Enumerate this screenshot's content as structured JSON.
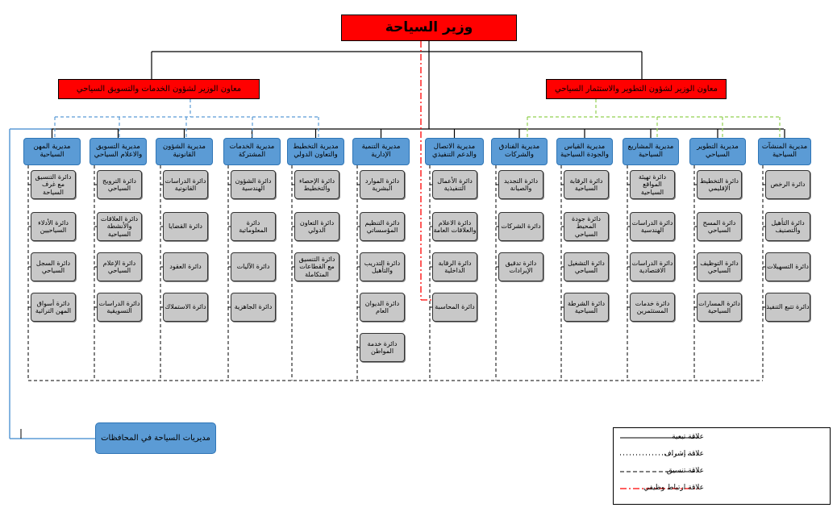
{
  "title": "وزير السياحة",
  "deputies": [
    {
      "id": "dev",
      "label": "معاون الوزير لشؤون التطوير والاستثمار السياحي"
    },
    {
      "id": "svc",
      "label": "معاون الوزير لشؤون الخدمات والتسويق السياحي"
    }
  ],
  "directorates": [
    {
      "label": "مديرية المنشآت السياحية",
      "units": [
        "دائرة الرخص",
        "دائرة التأهيل والتصنيف",
        "دائرة التسهيلات",
        "دائرة تتبع التنفيذ"
      ]
    },
    {
      "label": "مديرية التطوير السياحي",
      "units": [
        "دائرة التخطيط الإقليمي",
        "دائرة المسح السياحي",
        "دائرة التوظيف السياحي",
        "دائرة المسارات السياحية"
      ]
    },
    {
      "label": "مديرية المشاريع السياحية",
      "units": [
        "دائرة تهيئة المواقع السياحية",
        "دائرة الدراسات الهندسية",
        "دائرة الدراسات الاقتصادية",
        "دائرة خدمات المستثمرين"
      ]
    },
    {
      "label": "مديرية القياس والجودة السياحية",
      "units": [
        "دائرة الرقابة السياحية",
        "دائرة جودة المحيط السياحي",
        "دائرة التشغيل السياحي",
        "دائرة الشرطة السياحية"
      ]
    },
    {
      "label": "مديرية الفنادق والشركات",
      "units": [
        "دائرة التجديد والصيانة",
        "دائرة الشركات",
        "دائرة تدقيق الإيرادات"
      ]
    },
    {
      "label": "مديرية الاتصال والدعم التنفيذي",
      "units": [
        "دائرة الأعمال التنفيذية",
        "دائرة الاعلام والعلاقات العامة",
        "دائرة الرقابة الداخلية",
        "دائرة المحاسبة"
      ]
    },
    {
      "label": "مديرية التنمية الإدارية",
      "units": [
        "دائرة الموارد البشرية",
        "دائرة التنظيم المؤسساتي",
        "دائرة التدريب والتأهيل",
        "دائرة الديوان العام",
        "دائرة خدمة المواطن"
      ]
    },
    {
      "label": "مديرية التخطيط والتعاون الدولي",
      "units": [
        "دائرة الإحصاء والتخطيط",
        "دائرة التعاون الدولي",
        "دائرة التنسيق مع القطاعات المتكاملة"
      ]
    },
    {
      "label": "مديرية الخدمات المشتركة",
      "units": [
        "دائرة الشؤون الهندسية",
        "دائرة المعلوماتية",
        "دائرة الآليات",
        "دائرة الجاهزية"
      ]
    },
    {
      "label": "مديرية الشؤون القانونية",
      "units": [
        "دائرة الدراسات القانونية",
        "دائرة القضايا",
        "دائرة العقود",
        "دائرة الاستملاك"
      ]
    },
    {
      "label": "مديرية التسويق والاعلام السياحي",
      "units": [
        "دائرة الترويج السياحي",
        "دائرة العلاقات والأنشطة السياحية",
        "دائرة الإعلام السياحي",
        "دائرة الدراسات التسويقية"
      ]
    },
    {
      "label": "مديرية المهن السياحية",
      "units": [
        "دائرة التنسيق مع غرف السياحة",
        "دائرة الأدلاء السياحيين",
        "دائرة السجل السياحي",
        "دائرة أسواق المهن التراثية"
      ]
    }
  ],
  "provinces": "مديريات السياحة في المحافظات",
  "legend": [
    {
      "label": "علاقة تبعية",
      "style": "solid",
      "color": "#000000"
    },
    {
      "label": "علاقة إشراف",
      "style": "dotted",
      "color": "#000000"
    },
    {
      "label": "علاقة تنسيق",
      "style": "dashed",
      "color": "#000000"
    },
    {
      "label": "علاقة ارتباط وظيفي",
      "style": "dashdot",
      "color": "#ff0000"
    }
  ],
  "colors": {
    "header": "#ff0000",
    "directorate": "#5b9bd5",
    "unit": "#c8c8c8",
    "supervision": "#5b9bd5",
    "coordination": "#92d050",
    "functional": "#ff0000"
  }
}
